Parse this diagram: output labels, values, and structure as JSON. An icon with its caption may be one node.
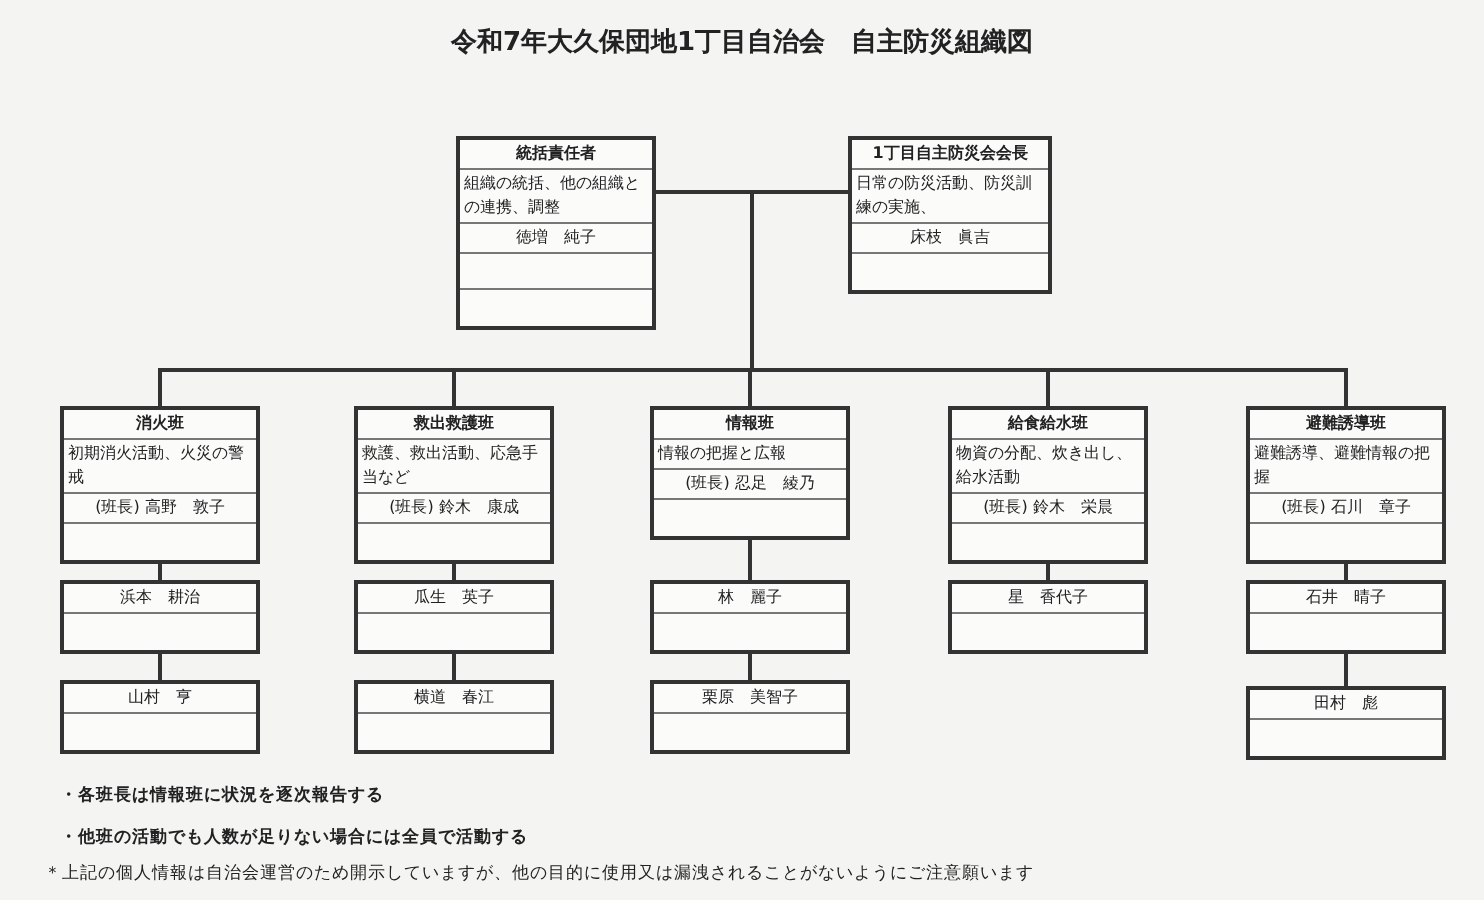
{
  "diagram": {
    "title": "令和7年大久保団地1丁目自治会　自主防災組織図",
    "nodes": [
      {
        "text": [
          "統括責任者",
          "組織の統括、他の組織との連携、調整",
          "徳増　純子"
        ]
      },
      {
        "text": [
          "1丁目自主防災会会長",
          "日常の防災活動、防災訓練の実施、",
          "床枝　眞吉"
        ]
      },
      {
        "text": [
          "消火班",
          "初期消火活動、火災の警戒",
          "(班長) 高野　敦子"
        ]
      },
      {
        "text": [
          "救出救護班",
          "救護、救出活動、応急手当など",
          "(班長) 鈴木　康成"
        ]
      },
      {
        "text": [
          "情報班",
          "情報の把握と広報",
          "(班長) 忍足　綾乃"
        ]
      },
      {
        "text": [
          "給食給水班",
          "物資の分配、炊き出し、給水活動",
          "(班長) 鈴木　栄晨"
        ]
      },
      {
        "text": [
          "避難誘導班",
          "避難誘導、避難情報の把握",
          "(班長) 石川　章子"
        ]
      },
      {
        "text": [
          "浜本　耕治"
        ]
      },
      {
        "text": [
          "山村　亨"
        ]
      },
      {
        "text": [
          "瓜生　英子"
        ]
      },
      {
        "text": [
          "横道　春江"
        ]
      },
      {
        "text": [
          "林　麗子"
        ]
      },
      {
        "text": [
          "栗原　美智子"
        ]
      },
      {
        "text": [
          "星　香代子"
        ]
      },
      {
        "text": [
          "石井　晴子"
        ]
      },
      {
        "text": [
          "田村　彪"
        ]
      }
    ],
    "edges": [
      {
        "from": 0,
        "to": 1,
        "arrow": "none"
      },
      {
        "from": 0,
        "to": 2,
        "arrow": "none"
      },
      {
        "from": 0,
        "to": 3,
        "arrow": "none"
      },
      {
        "from": 0,
        "to": 4,
        "arrow": "none"
      },
      {
        "from": 0,
        "to": 5,
        "arrow": "none"
      },
      {
        "from": 0,
        "to": 6,
        "arrow": "none"
      },
      {
        "from": 2,
        "to": 7,
        "arrow": "none"
      },
      {
        "from": 7,
        "to": 8,
        "arrow": "none"
      },
      {
        "from": 3,
        "to": 9,
        "arrow": "none"
      },
      {
        "from": 9,
        "to": 10,
        "arrow": "none"
      },
      {
        "from": 4,
        "to": 11,
        "arrow": "none"
      },
      {
        "from": 11,
        "to": 12,
        "arrow": "none"
      },
      {
        "from": 5,
        "to": 13,
        "arrow": "none"
      },
      {
        "from": 6,
        "to": 14,
        "arrow": "none"
      },
      {
        "from": 14,
        "to": 15,
        "arrow": "none"
      }
    ],
    "labels": [
      "・各班長は情報班に状況を逐次報告する",
      "・他班の活動でも人数が足りない場合には全員で活動する",
      "＊上記の個人情報は自治会運営のため開示していますが、他の目的に使用又は漏洩されることがないようにご注意願います"
    ]
  }
}
